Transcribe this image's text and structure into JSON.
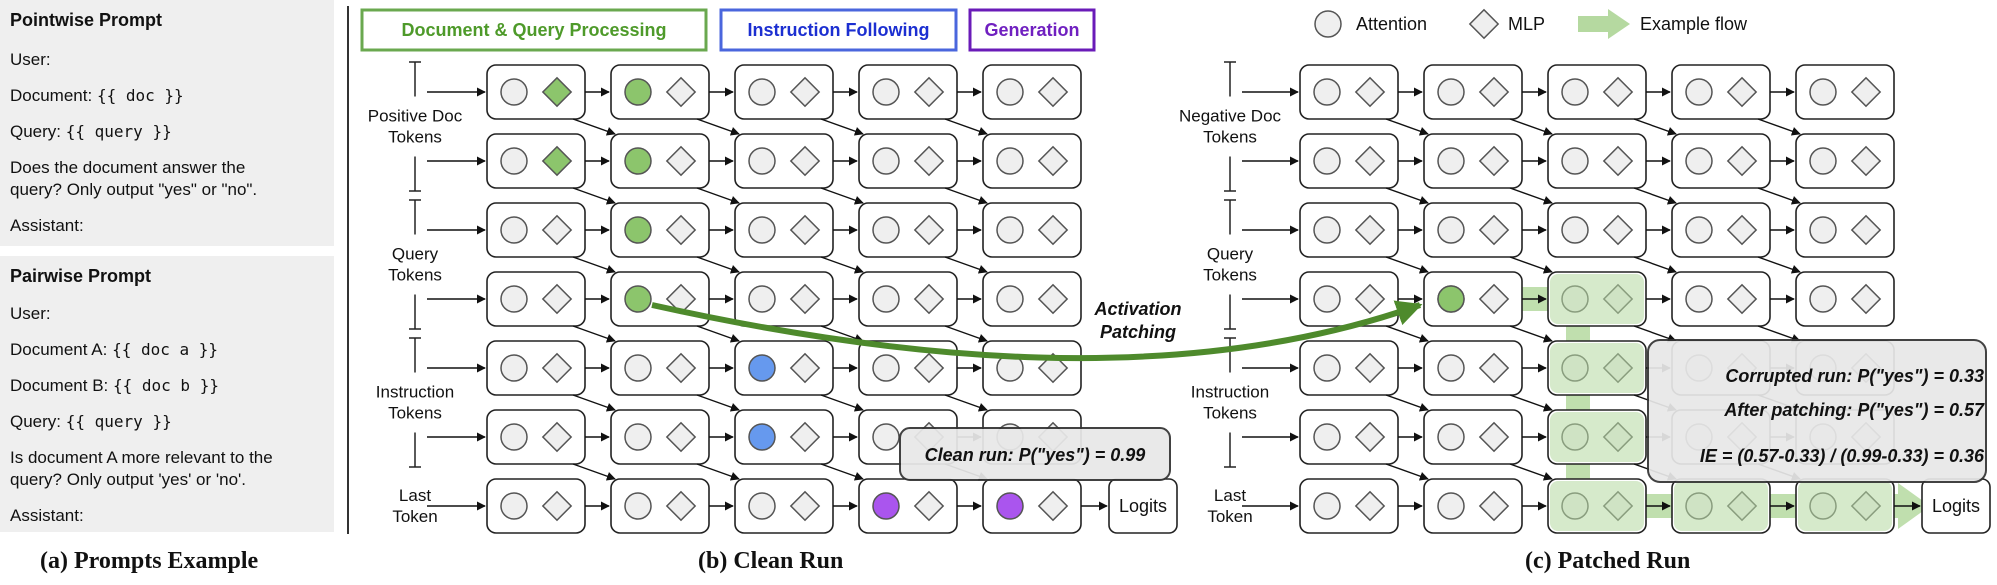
{
  "prompts": {
    "pointwise": {
      "title": "Pointwise Prompt",
      "lines": [
        "User:",
        "Document: ",
        "Query: ",
        "Does the document answer the",
        "query? Only output \"yes\" or \"no\".",
        "Assistant:"
      ],
      "doc_token": "{{ doc }}",
      "query_token": "{{ query }}"
    },
    "pairwise": {
      "title": "Pairwise Prompt",
      "lines": [
        "User:",
        "Document A: ",
        "Document B: ",
        "Query: ",
        "Is document A more relevant to the",
        "query? Only output 'yes' or 'no'.",
        "Assistant:"
      ],
      "doc_a_token": "{{ doc a }}",
      "doc_b_token": "{{ doc b }}",
      "query_token": "{{ query }}"
    }
  },
  "captions": {
    "a": "(a) Prompts Example",
    "b": "(b) Clean Run",
    "c": "(c) Patched Run"
  },
  "legend": {
    "processing": "Document & Query Processing",
    "instruction": "Instruction Following",
    "generation": "Generation",
    "attention": "Attention",
    "mlp": "MLP",
    "flow": "Example flow"
  },
  "colors": {
    "green": "#8cc56c",
    "blue": "#6699ee",
    "purple": "#aa55ee",
    "processing_border": "#6aa84f",
    "instruction_border": "#4a66dd",
    "generation_border": "#6a1bb8",
    "processing_text": "#4e9a2a",
    "instruction_text": "#1c2fd1",
    "generation_text": "#7020c0",
    "patch_arrow": "#4e8a2c",
    "flow_fill": "#b5d9a0"
  },
  "clean_run": {
    "groups": [
      "Positive Doc\nTokens",
      "Query\nTokens",
      "Instruction\nTokens",
      "Last\nToken"
    ],
    "logits": "Logits",
    "result": "Clean run: P(\"yes\") = 0.99"
  },
  "patched_run": {
    "groups": [
      "Negative Doc\nTokens",
      "Query\nTokens",
      "Instruction\nTokens",
      "Last\nToken"
    ],
    "logits": "Logits",
    "results": [
      "Corrupted run: P(\"yes\") = 0.33",
      "After patching: P(\"yes\") = 0.57",
      "IE = (0.57-0.33) / (0.99-0.33) = 0.36"
    ]
  },
  "patch_label": "Activation\nPatching"
}
